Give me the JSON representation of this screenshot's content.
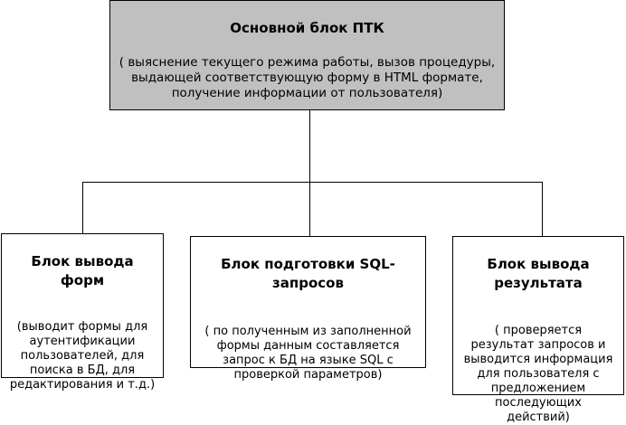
{
  "diagram": {
    "main_block": {
      "title": "Основной блок ПТК",
      "description": "( выяснение текущего режима работы, вызов процедуры,\nвыдающей соответствующую форму в HTML формате,\nполучение информации от пользователя)"
    },
    "forms_block": {
      "title": "Блок вывода\nформ",
      "description": "(выводит формы для\nаутентификации\nпользователей, для\nпоиска в БД, для\nредактирования и т.д.)"
    },
    "sql_block": {
      "title": "Блок подготовки SQL-\nзапросов",
      "description": "( по полученным из заполненной\nформы данным составляется\nзапрос к БД на языке SQL с\nпроверкой параметров)"
    },
    "results_block": {
      "title": "Блок вывода\nрезультата",
      "description": "( проверяется\nрезультат запросов и\nвыводится информация\nдля пользователя с\nпредложением\nпоследующих\nдействий)"
    }
  }
}
